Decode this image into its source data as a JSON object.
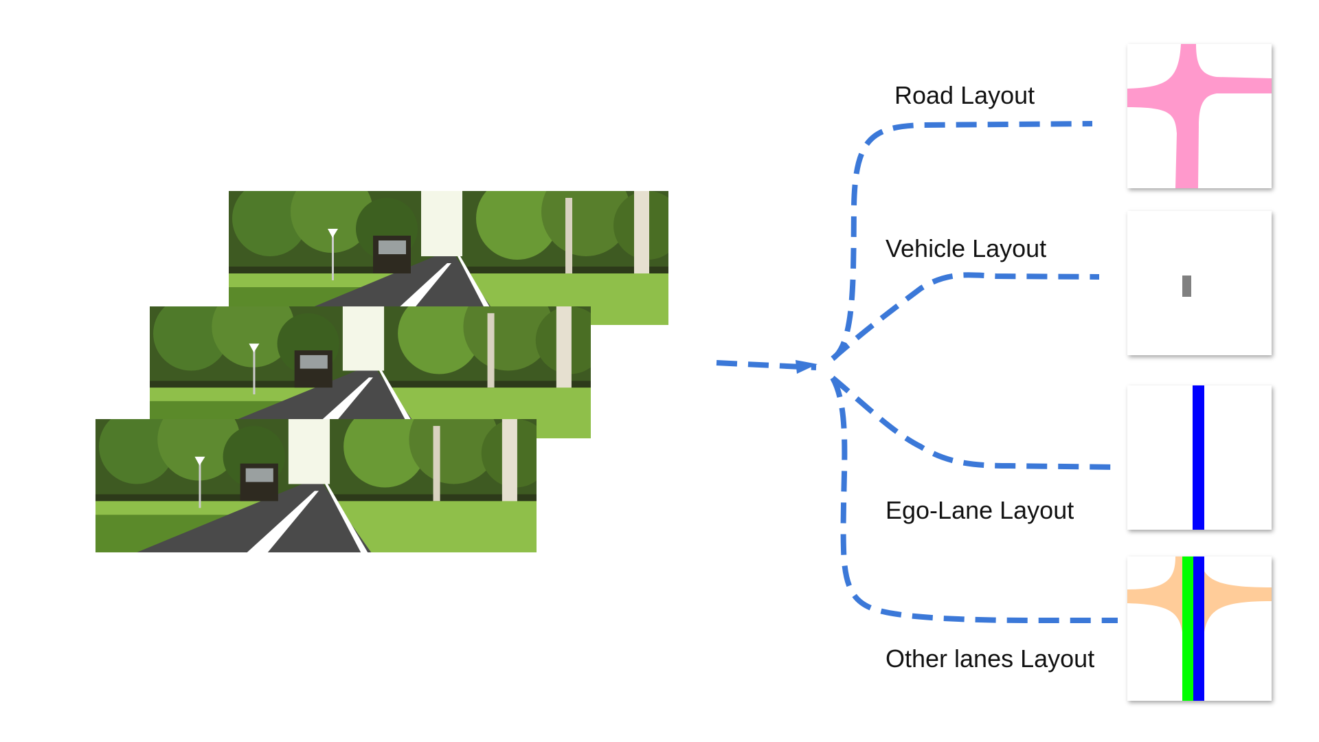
{
  "layouts": [
    {
      "label": "Road Layout",
      "colors": [
        "#ff99cc"
      ]
    },
    {
      "label": "Vehicle Layout",
      "colors": [
        "#808080"
      ]
    },
    {
      "label": "Ego-Lane Layout",
      "colors": [
        "#0000ff"
      ]
    },
    {
      "label": "Other lanes Layout",
      "colors": [
        "#ffcc99",
        "#00ff00",
        "#0000ff"
      ]
    }
  ],
  "connector_color": "#3b78d8",
  "frames": [
    {
      "name": "frame-back"
    },
    {
      "name": "frame-middle"
    },
    {
      "name": "frame-front"
    }
  ]
}
